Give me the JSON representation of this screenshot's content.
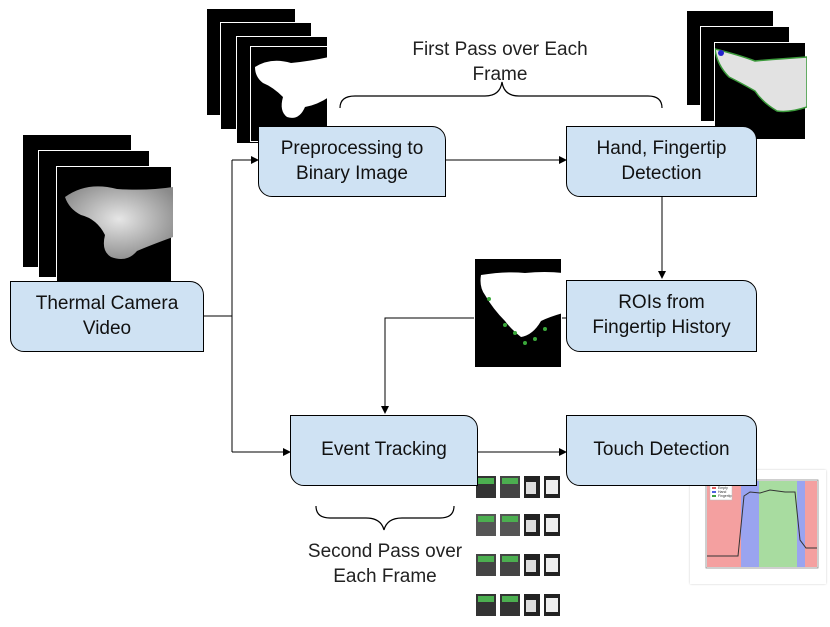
{
  "nodes": {
    "thermal": "Thermal Camera\nVideo",
    "preprocess": "Preprocessing to\nBinary Image",
    "hand": "Hand, Fingertip\nDetection",
    "rois": "ROIs from\nFingertip History",
    "event": "Event Tracking",
    "touch": "Touch Detection"
  },
  "annotations": {
    "first_pass": "First Pass over Each\nFrame",
    "second_pass": "Second Pass over\nEach Frame"
  },
  "colors": {
    "box_fill": "#cfe2f3",
    "chart_red": "#f4a0a0",
    "chart_blue": "#9aa4f0",
    "chart_green": "#a8dca0"
  },
  "plot_legend": [
    "Empty",
    "Hand",
    "Fingertip"
  ]
}
